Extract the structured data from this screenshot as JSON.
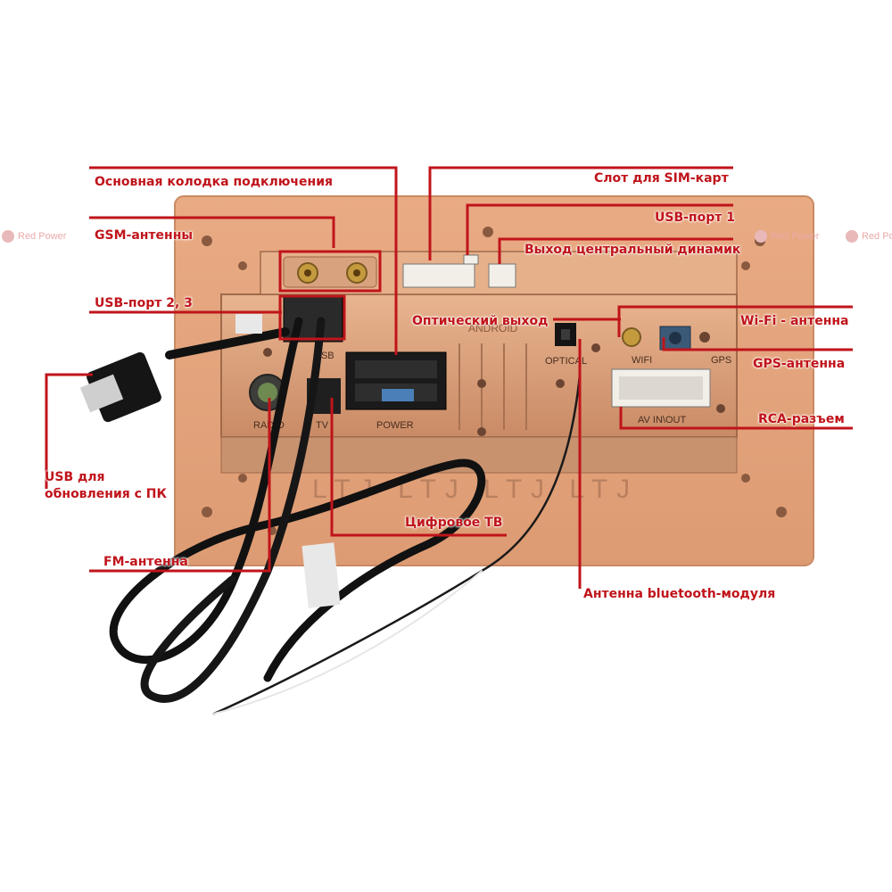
{
  "labels": {
    "main_connector": "Основная колодка подключения",
    "sim_slot": "Слот для SIM-карт",
    "usb_port_1": "USB-порт 1",
    "gsm_antennas": "GSM-антенны",
    "center_speaker_out": "Выход центральный динамик",
    "usb_ports_2_3": "USB-порт 2, 3",
    "optical_out": "Оптический выход",
    "wifi_antenna": "Wi-Fi - антенна",
    "gps_antenna": "GPS-антенна",
    "rca_connector": "RCA-разъем",
    "usb_update": "USB для обновления с ПК",
    "digital_tv": "Цифровое ТВ",
    "fm_antenna": "FM-антенна",
    "bluetooth_antenna": "Антенна bluetooth-модуля"
  },
  "device_marks": {
    "usb": "USB",
    "power": "POWER",
    "tv": "TV",
    "radio": "RADIO",
    "optical": "OPTICAL",
    "wifi": "WIFI",
    "gps": "GPS",
    "av": "AV IN\\OUT",
    "android": "ANDROID",
    "frame_mark": "LTJ  LTJ  LTJ  LTJ"
  },
  "watermark": "Red Power",
  "colors": {
    "callout": "#c0141b",
    "frame": "#e3a27a",
    "chassis": "#d89f7a",
    "cable": "#111111"
  }
}
